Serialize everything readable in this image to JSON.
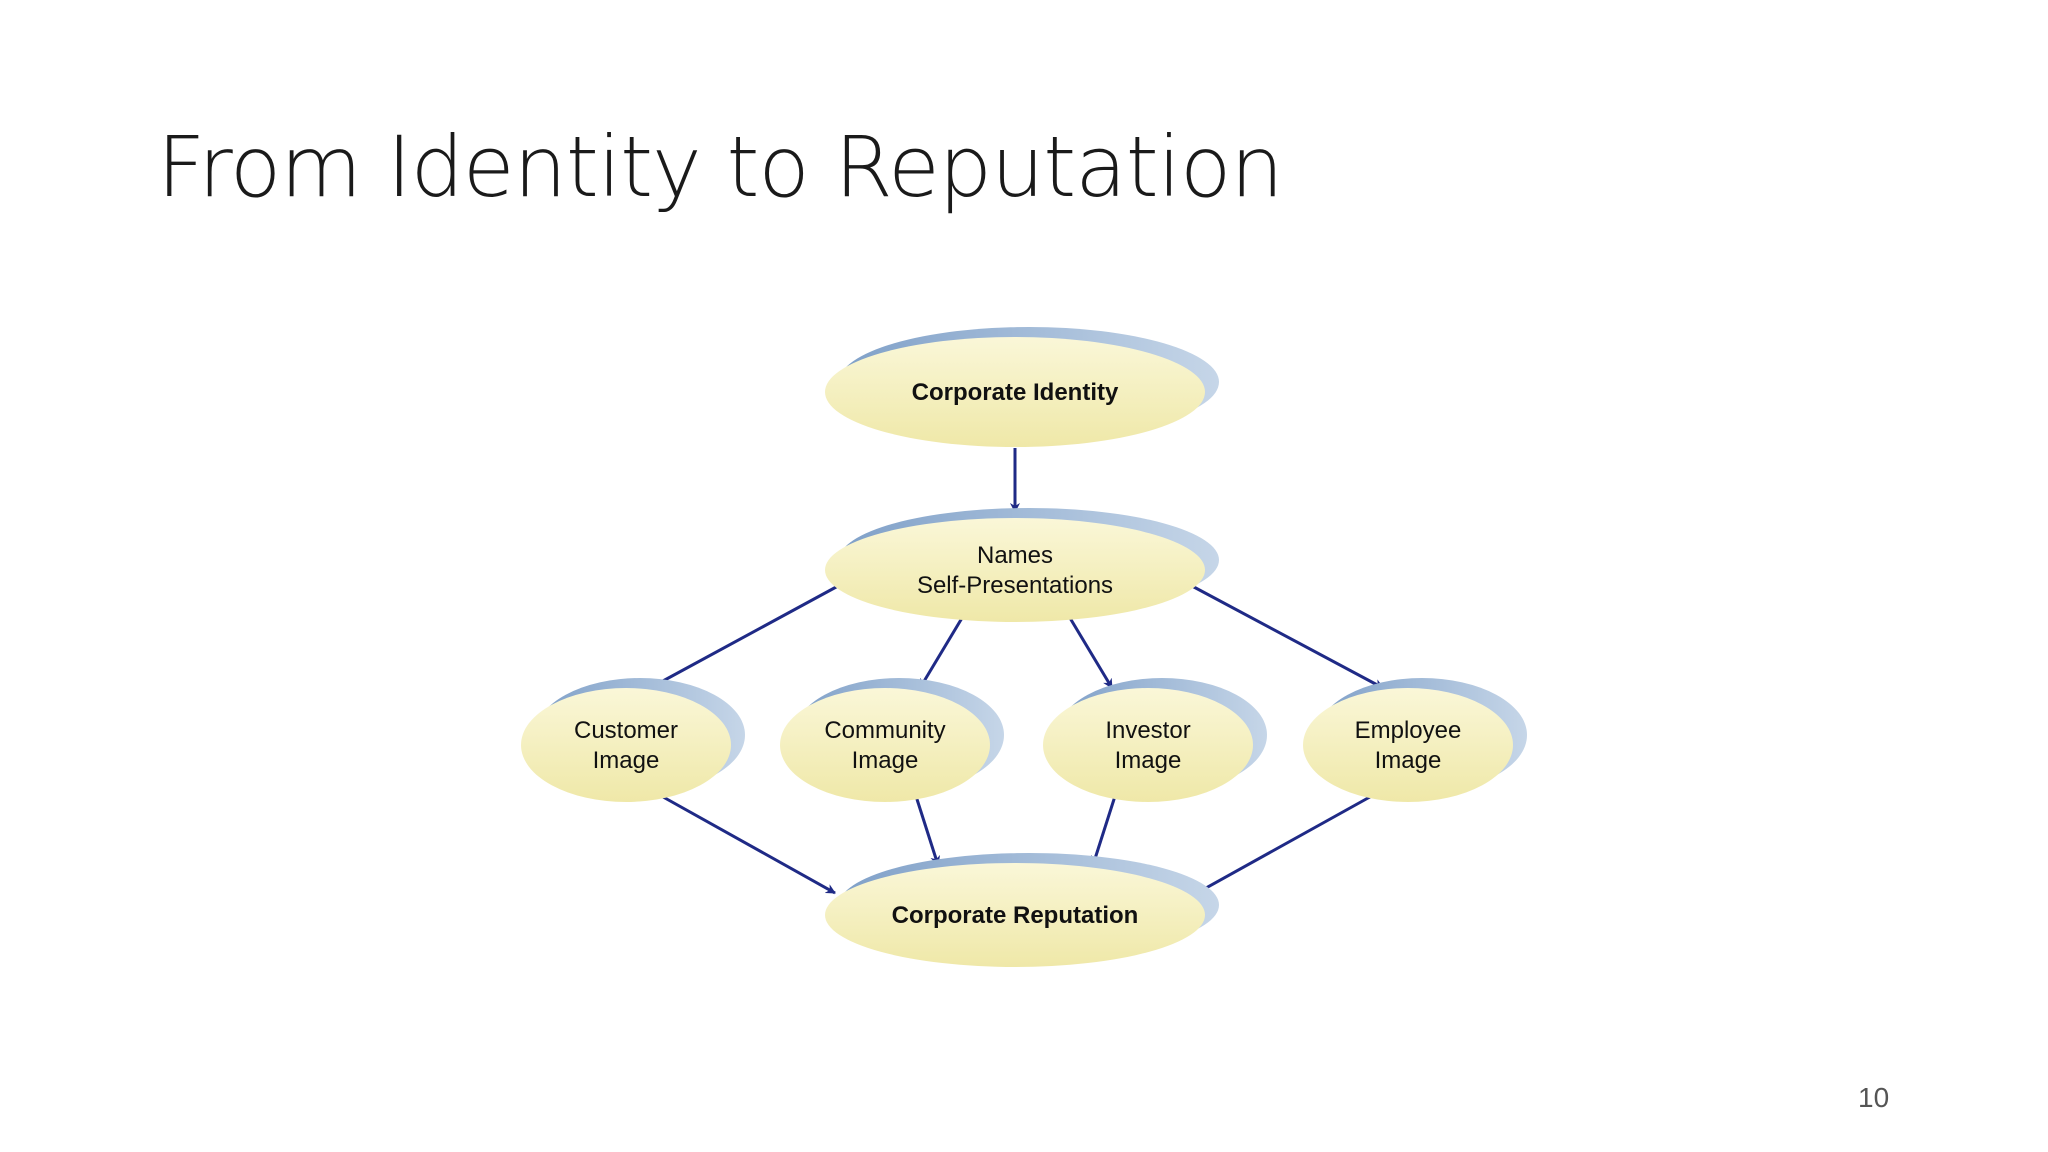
{
  "slide": {
    "title": "From Identity to Reputation",
    "page_number": "10"
  },
  "diagram": {
    "nodes": {
      "identity": {
        "lines": [
          "Corporate Identity"
        ],
        "bold": true
      },
      "names": {
        "lines": [
          "Names",
          "Self-Presentations"
        ],
        "bold": false
      },
      "customer": {
        "lines": [
          "Customer",
          "Image"
        ],
        "bold": false
      },
      "community": {
        "lines": [
          "Community",
          "Image"
        ],
        "bold": false
      },
      "investor": {
        "lines": [
          "Investor",
          "Image"
        ],
        "bold": false
      },
      "employee": {
        "lines": [
          "Employee",
          "Image"
        ],
        "bold": false
      },
      "reputation": {
        "lines": [
          "Corporate Reputation"
        ],
        "bold": true
      }
    },
    "edges": [
      [
        "identity",
        "names"
      ],
      [
        "names",
        "customer"
      ],
      [
        "names",
        "community"
      ],
      [
        "names",
        "investor"
      ],
      [
        "names",
        "employee"
      ],
      [
        "customer",
        "reputation"
      ],
      [
        "community",
        "reputation"
      ],
      [
        "investor",
        "reputation"
      ],
      [
        "employee",
        "reputation"
      ]
    ],
    "colors": {
      "node_fill": "#f3eeb5",
      "node_shadow": "#94b4d6",
      "arrow": "#1f2a86"
    }
  }
}
